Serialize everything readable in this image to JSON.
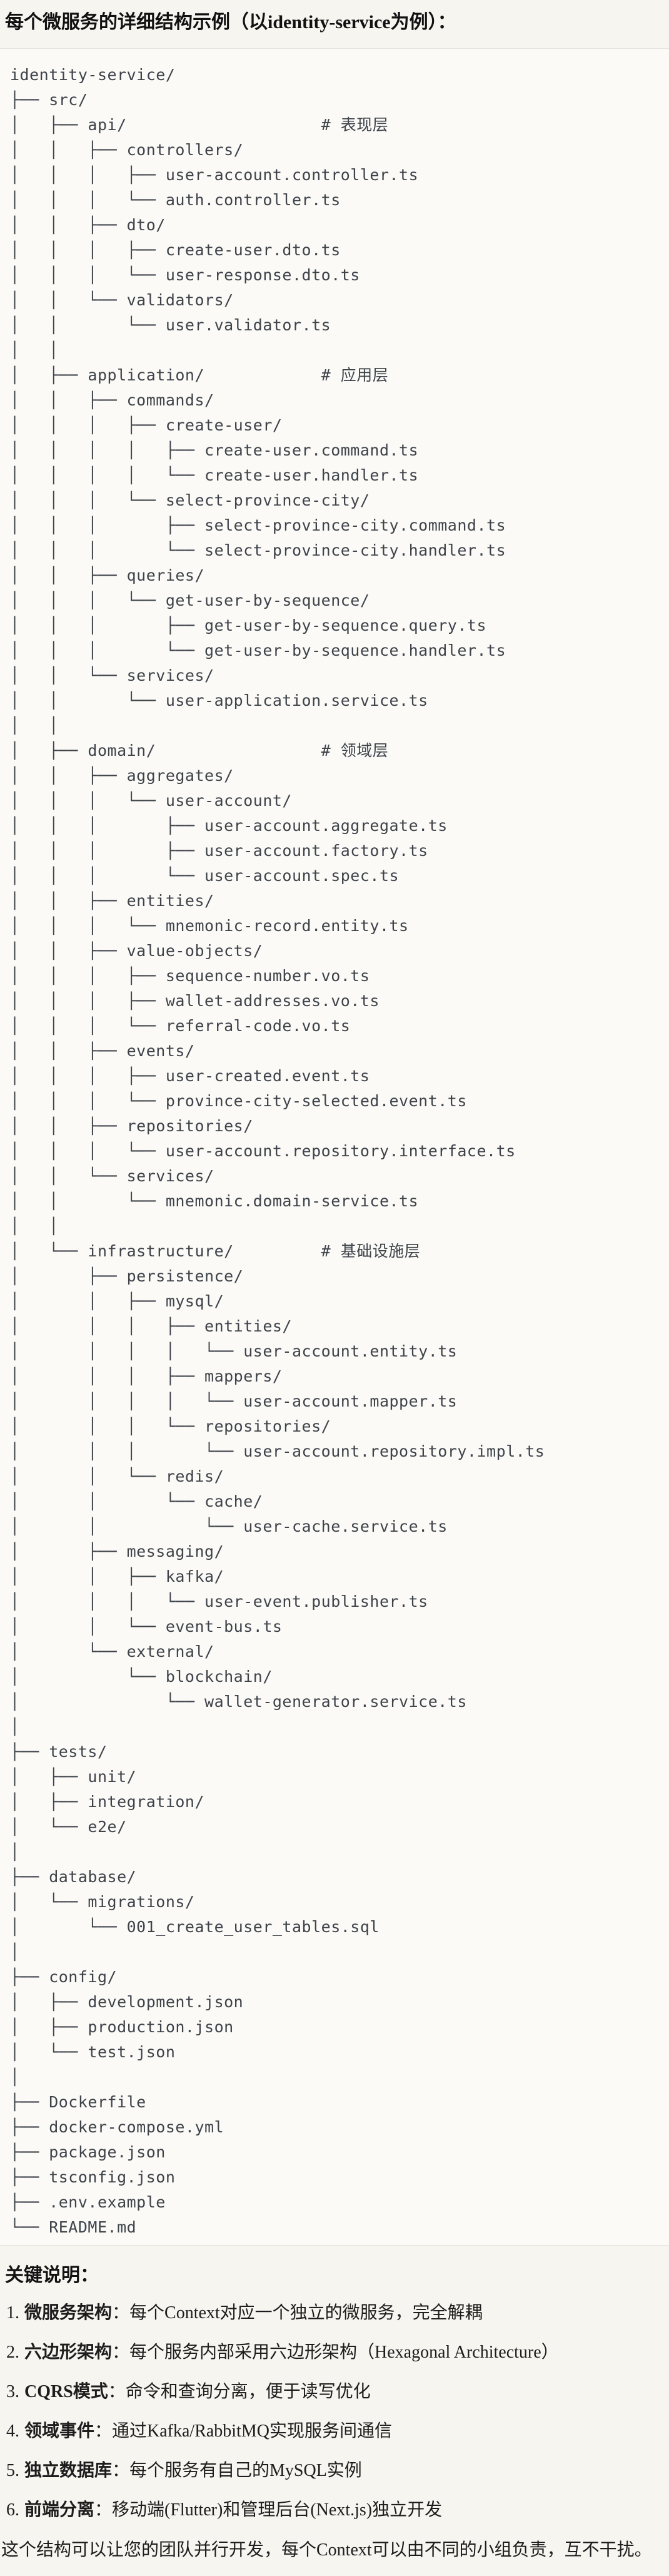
{
  "title": "每个微服务的详细结构示例（以identity-service为例）：",
  "colors": {
    "page_bg": "#f7f5f0",
    "code_bg": "#fbfaf7",
    "code_border": "#e6e4dd",
    "code_text": "#3e434a",
    "body_text": "#1d1d1d"
  },
  "code_block": {
    "lines": [
      "identity-service/",
      "├── src/",
      "│   ├── api/                    # 表现层",
      "│   │   ├── controllers/",
      "│   │   │   ├── user-account.controller.ts",
      "│   │   │   └── auth.controller.ts",
      "│   │   ├── dto/",
      "│   │   │   ├── create-user.dto.ts",
      "│   │   │   └── user-response.dto.ts",
      "│   │   └── validators/",
      "│   │       └── user.validator.ts",
      "│   │",
      "│   ├── application/            # 应用层",
      "│   │   ├── commands/",
      "│   │   │   ├── create-user/",
      "│   │   │   │   ├── create-user.command.ts",
      "│   │   │   │   └── create-user.handler.ts",
      "│   │   │   └── select-province-city/",
      "│   │   │       ├── select-province-city.command.ts",
      "│   │   │       └── select-province-city.handler.ts",
      "│   │   ├── queries/",
      "│   │   │   └── get-user-by-sequence/",
      "│   │   │       ├── get-user-by-sequence.query.ts",
      "│   │   │       └── get-user-by-sequence.handler.ts",
      "│   │   └── services/",
      "│   │       └── user-application.service.ts",
      "│   │",
      "│   ├── domain/                 # 领域层",
      "│   │   ├── aggregates/",
      "│   │   │   └── user-account/",
      "│   │   │       ├── user-account.aggregate.ts",
      "│   │   │       ├── user-account.factory.ts",
      "│   │   │       └── user-account.spec.ts",
      "│   │   ├── entities/",
      "│   │   │   └── mnemonic-record.entity.ts",
      "│   │   ├── value-objects/",
      "│   │   │   ├── sequence-number.vo.ts",
      "│   │   │   ├── wallet-addresses.vo.ts",
      "│   │   │   └── referral-code.vo.ts",
      "│   │   ├── events/",
      "│   │   │   ├── user-created.event.ts",
      "│   │   │   └── province-city-selected.event.ts",
      "│   │   ├── repositories/",
      "│   │   │   └── user-account.repository.interface.ts",
      "│   │   └── services/",
      "│   │       └── mnemonic.domain-service.ts",
      "│   │",
      "│   └── infrastructure/         # 基础设施层",
      "│       ├── persistence/",
      "│       │   ├── mysql/",
      "│       │   │   ├── entities/",
      "│       │   │   │   └── user-account.entity.ts",
      "│       │   │   ├── mappers/",
      "│       │   │   │   └── user-account.mapper.ts",
      "│       │   │   └── repositories/",
      "│       │   │       └── user-account.repository.impl.ts",
      "│       │   └── redis/",
      "│       │       └── cache/",
      "│       │           └── user-cache.service.ts",
      "│       ├── messaging/",
      "│       │   ├── kafka/",
      "│       │   │   └── user-event.publisher.ts",
      "│       │   └── event-bus.ts",
      "│       └── external/",
      "│           └── blockchain/",
      "│               └── wallet-generator.service.ts",
      "│",
      "├── tests/",
      "│   ├── unit/",
      "│   ├── integration/",
      "│   └── e2e/",
      "│",
      "├── database/",
      "│   └── migrations/",
      "│       └── 001_create_user_tables.sql",
      "│",
      "├── config/",
      "│   ├── development.json",
      "│   ├── production.json",
      "│   └── test.json",
      "│",
      "├── Dockerfile",
      "├── docker-compose.yml",
      "├── package.json",
      "├── tsconfig.json",
      "├── .env.example",
      "└── README.md"
    ]
  },
  "notes": {
    "heading": "关键说明：",
    "items": [
      {
        "num": "1.",
        "term": "微服务架构",
        "rest": "：每个Context对应一个独立的微服务，完全解耦"
      },
      {
        "num": "2.",
        "term": "六边形架构",
        "rest": "：每个服务内部采用六边形架构（Hexagonal Architecture）"
      },
      {
        "num": "3.",
        "term": "CQRS模式",
        "rest": "：命令和查询分离，便于读写优化"
      },
      {
        "num": "4.",
        "term": "领域事件",
        "rest": "：通过Kafka/RabbitMQ实现服务间通信"
      },
      {
        "num": "5.",
        "term": "独立数据库",
        "rest": "：每个服务有自己的MySQL实例"
      },
      {
        "num": "6.",
        "term": "前端分离",
        "rest": "：移动端(Flutter)和管理后台(Next.js)独立开发"
      }
    ],
    "footer": "这个结构可以让您的团队并行开发，每个Context可以由不同的小组负责，互不干扰。"
  }
}
